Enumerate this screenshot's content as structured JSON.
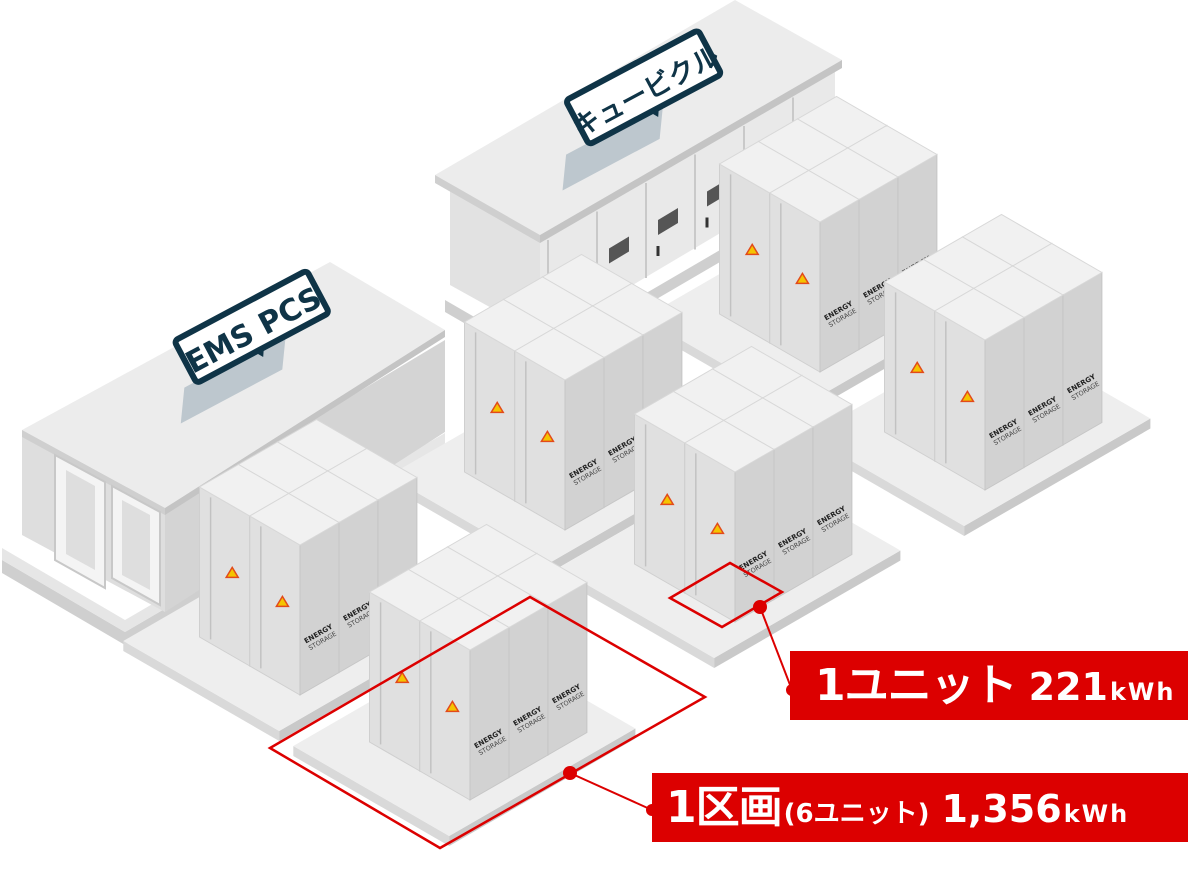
{
  "labels": {
    "cubicle": "キュービクル",
    "ems_pcs": "EMS PCS",
    "unit_brand_line1": "ENERGY",
    "unit_brand_line2": "STORAGE"
  },
  "unit_callout": {
    "count": "1",
    "label": "ユニット",
    "capacity": "221",
    "unit": "kWh"
  },
  "block_callout": {
    "count": "1",
    "label": "区画",
    "detail": "(6ユニット)",
    "capacity": "1,356",
    "unit": "kWh"
  },
  "colors": {
    "accent": "#dc0000",
    "sign": "#0f3447",
    "unit_light": "#f1f1f1",
    "unit_mid": "#e0e0e0",
    "unit_dark": "#d2d2d2"
  },
  "blocks_shown": 6,
  "units_per_block": 6
}
